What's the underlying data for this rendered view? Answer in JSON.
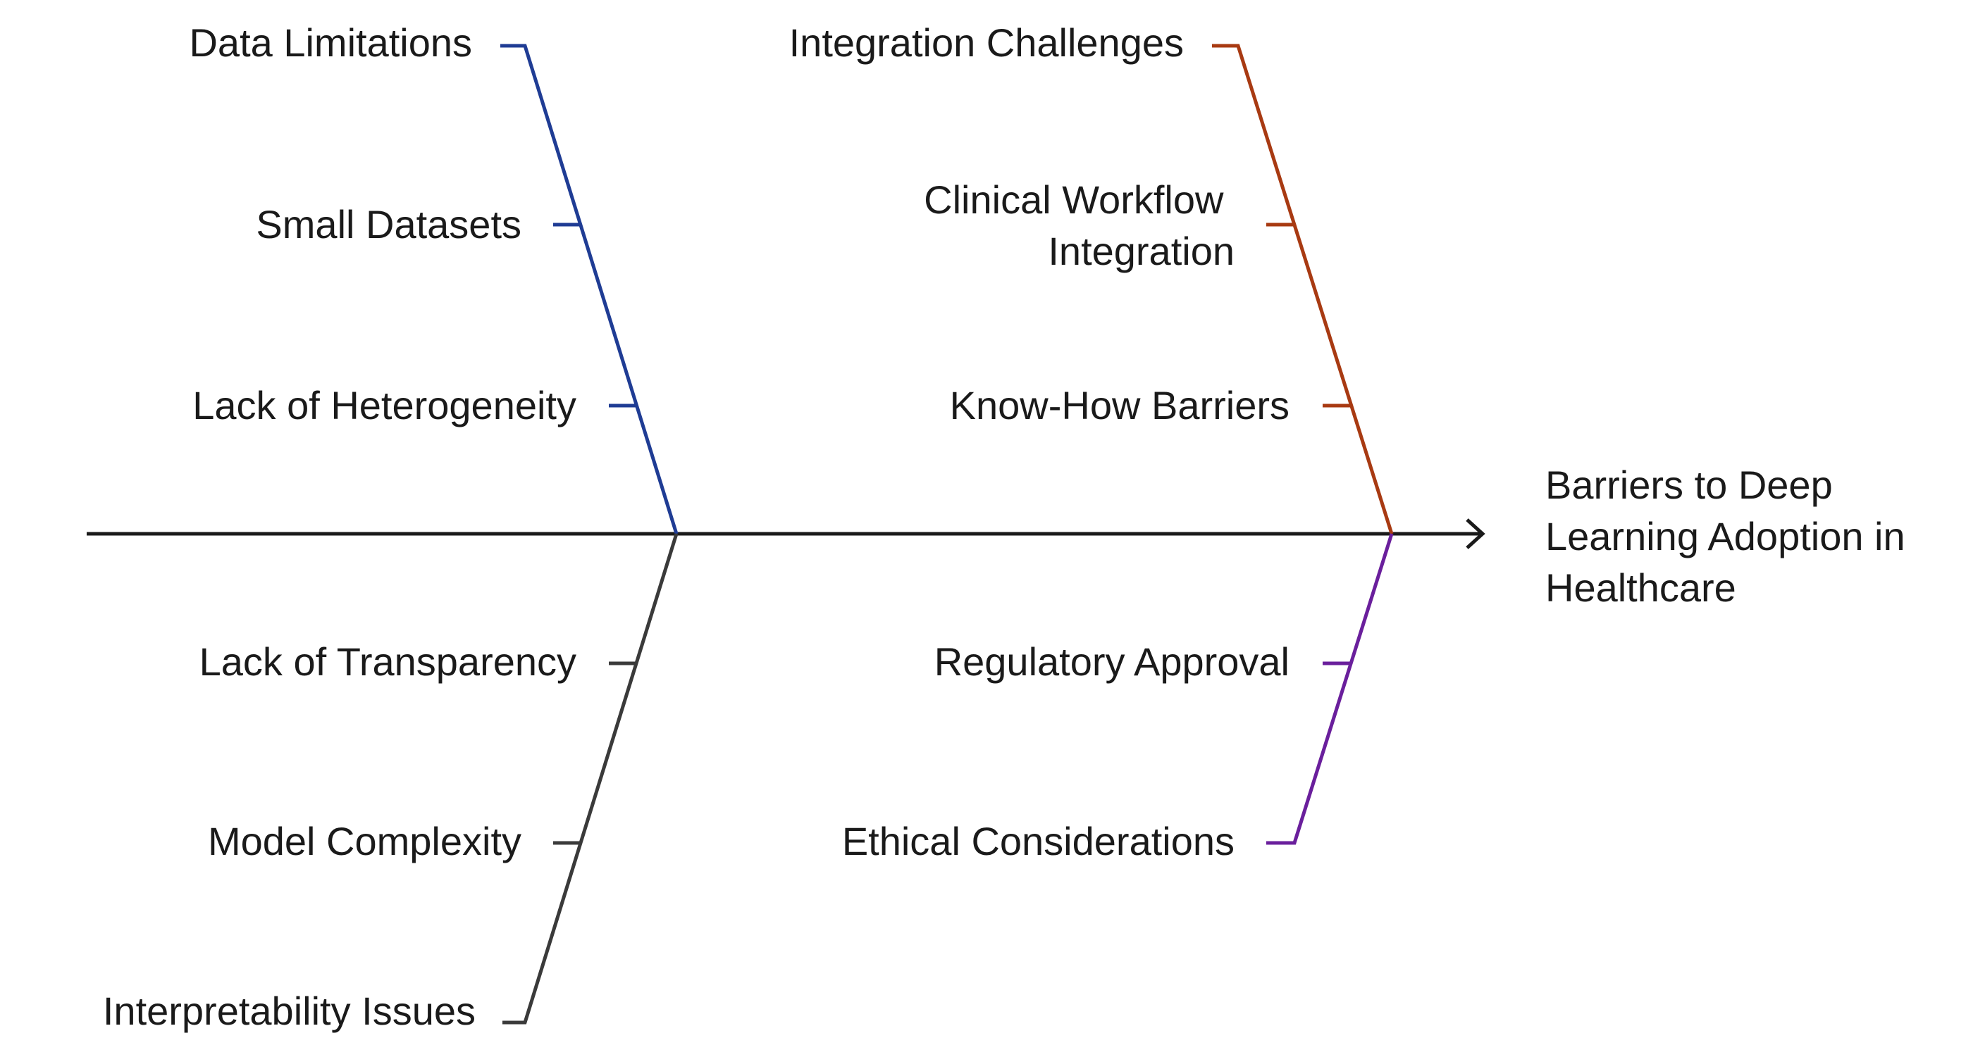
{
  "effect": {
    "lines": [
      "Barriers to Deep",
      "Learning Adoption in",
      "Healthcare"
    ]
  },
  "categories": [
    {
      "id": "data",
      "label": "Data Limitations",
      "color": "#1f3c94",
      "causes": [
        "Small Datasets",
        "Lack of Heterogeneity"
      ]
    },
    {
      "id": "integration",
      "label": "Integration Challenges",
      "color": "#a83a12",
      "causes": [
        [
          "Clinical Workflow",
          "Integration"
        ],
        "Know-How Barriers"
      ]
    },
    {
      "id": "interpretability",
      "label": "Interpretability Issues",
      "color": "#3a3a3a",
      "causes": [
        "Lack of Transparency",
        "Model Complexity"
      ]
    },
    {
      "id": "ethics",
      "label": "Ethical Considerations",
      "color": "#6a1f9c",
      "causes": [
        "Regulatory Approval"
      ]
    }
  ],
  "spine_color": "#1a1a1a"
}
